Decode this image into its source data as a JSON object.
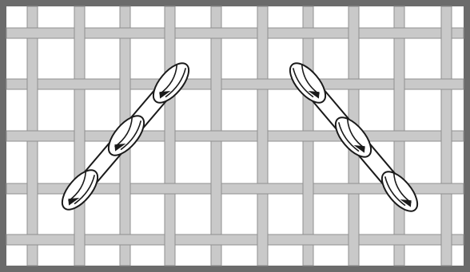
{
  "figure": {
    "subject": "needlepoint-stitch-on-canvas-grid",
    "colors": {
      "frame": "#6b6b6b",
      "thread_light": "#c9c9c9",
      "thread_outline": "#8f8f8f",
      "canvas_background": "#ffffff",
      "stitch_fill": "#ffffff",
      "stitch_outline": "#1a1a1a"
    },
    "left_stitch_group": {
      "direction": "ascending-diagonal",
      "wraps": 3
    },
    "right_stitch_group": {
      "direction": "descending-diagonal",
      "wraps": 3
    }
  }
}
